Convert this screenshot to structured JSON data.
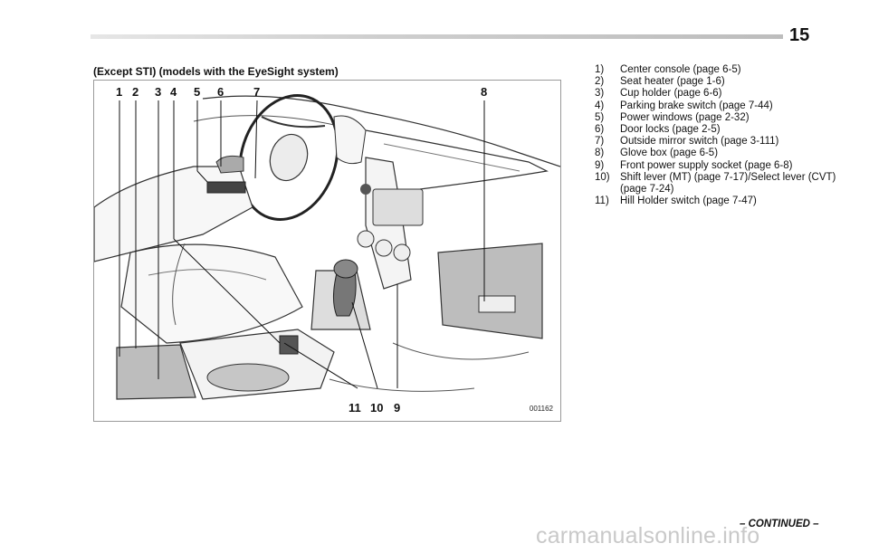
{
  "page_number": "15",
  "caption": "(Except STI) (models with the EyeSight system)",
  "figure": {
    "code": "001162",
    "callouts_top": [
      "1",
      "2",
      "3",
      "4",
      "5",
      "6",
      "7",
      "8"
    ],
    "callouts_bottom": [
      "11",
      "10",
      "9"
    ]
  },
  "legend": [
    {
      "num": "1)",
      "text": "Center console (page 6-5)"
    },
    {
      "num": "2)",
      "text": "Seat heater (page 1-6)"
    },
    {
      "num": "3)",
      "text": "Cup holder (page 6-6)"
    },
    {
      "num": "4)",
      "text": "Parking brake switch (page 7-44)"
    },
    {
      "num": "5)",
      "text": "Power windows (page 2-32)"
    },
    {
      "num": "6)",
      "text": "Door locks (page 2-5)"
    },
    {
      "num": "7)",
      "text": "Outside mirror switch (page 3-111)"
    },
    {
      "num": "8)",
      "text": "Glove box (page 6-5)"
    },
    {
      "num": "9)",
      "text": "Front power supply socket (page 6-8)"
    },
    {
      "num": "10)",
      "text": "Shift lever (MT) (page 7-17)/Select lever (CVT) (page 7-24)"
    },
    {
      "num": "11)",
      "text": "Hill Holder switch (page 7-47)"
    }
  ],
  "continued": "– CONTINUED –",
  "watermark": "carmanualsonline.info"
}
